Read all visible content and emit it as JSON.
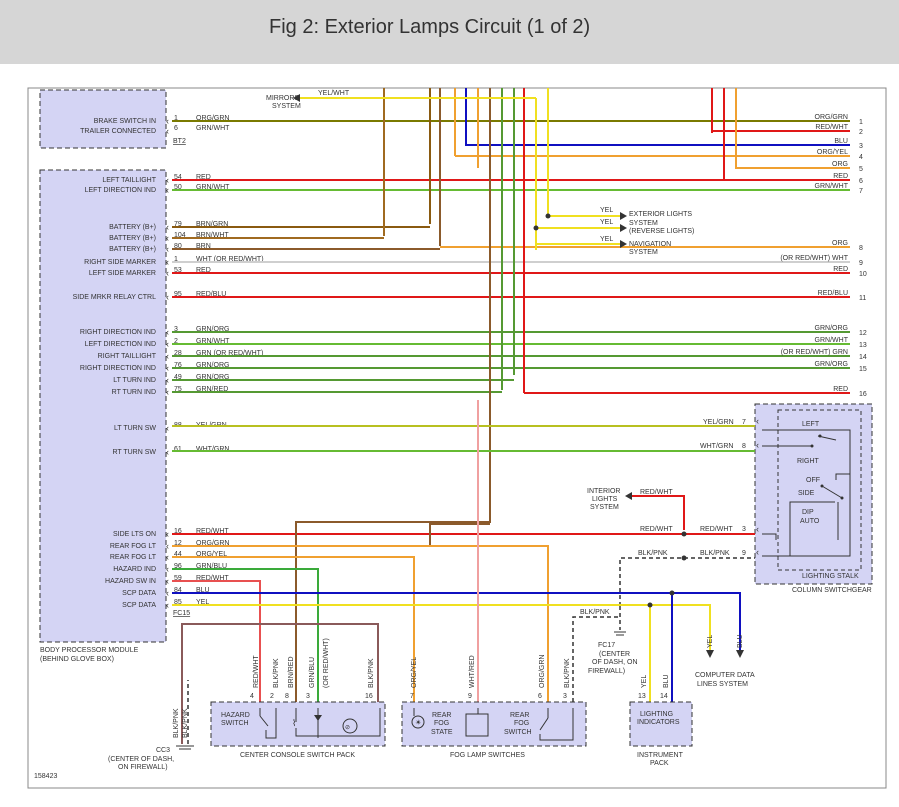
{
  "title": "Fig 2: Exterior Lamps Circuit (1 of 2)",
  "figure_id": "158423",
  "colors": {
    "org_grn": "#7a7a00",
    "grn_wht": "#66bb33",
    "red": "#e01818",
    "brn_grn": "#8a5a10",
    "brn_wht": "#a06a20",
    "brn": "#8b5a2b",
    "wht": "#cfcfcf",
    "red_blu": "#e01818",
    "grn_org": "#559933",
    "grn_red": "#559933",
    "yel_grn": "#b8c020",
    "yel": "#f0e020",
    "red_wht": "#e85050",
    "org_yel": "#f0a030",
    "grn_blu": "#3aaa3a",
    "blu": "#1010c0",
    "org": "#f0a030",
    "blk_pnk": "#c08080",
    "yel_wht": "#f0e020",
    "wht_red": "#f0a0a0",
    "module_fill": "#d4d4f4",
    "box_stroke": "#333333"
  },
  "bpm": {
    "name": "BODY PROCESSOR MODULE",
    "location": "(BEHIND GLOVE BOX)",
    "connector_bt2": "BT2",
    "connector_fc15": "FC15",
    "pins": [
      {
        "label": "BRAKE SWITCH IN",
        "pin": "1",
        "wire": "ORG/GRN"
      },
      {
        "label": "TRAILER CONNECTED",
        "pin": "6",
        "wire": "GRN/WHT"
      },
      {
        "label": "LEFT TAILLIGHT",
        "pin": "54",
        "wire": "RED"
      },
      {
        "label": "LEFT DIRECTION IND",
        "pin": "50",
        "wire": "GRN/WHT"
      },
      {
        "label": "BATTERY (B+)",
        "pin": "79",
        "wire": "BRN/GRN"
      },
      {
        "label": "BATTERY (B+)",
        "pin": "104",
        "wire": "BRN/WHT"
      },
      {
        "label": "BATTERY (B+)",
        "pin": "80",
        "wire": "BRN"
      },
      {
        "label": "RIGHT SIDE MARKER",
        "pin": "1",
        "wire": "WHT (OR RED/WHT)"
      },
      {
        "label": "LEFT SIDE MARKER",
        "pin": "53",
        "wire": "RED"
      },
      {
        "label": "SIDE MRKR RELAY CTRL",
        "pin": "95",
        "wire": "RED/BLU"
      },
      {
        "label": "RIGHT DIRECTION IND",
        "pin": "3",
        "wire": "GRN/ORG"
      },
      {
        "label": "LEFT DIRECTION IND",
        "pin": "2",
        "wire": "GRN/WHT"
      },
      {
        "label": "RIGHT TAILLIGHT",
        "pin": "28",
        "wire": "GRN (OR RED/WHT)"
      },
      {
        "label": "RIGHT DIRECTION IND",
        "pin": "76",
        "wire": "GRN/ORG"
      },
      {
        "label": "LT TURN IND",
        "pin": "49",
        "wire": "GRN/ORG"
      },
      {
        "label": "RT TURN IND",
        "pin": "75",
        "wire": "GRN/RED"
      },
      {
        "label": "LT TURN SW",
        "pin": "88",
        "wire": "YEL/GRN"
      },
      {
        "label": "RT TURN SW",
        "pin": "61",
        "wire": "WHT/GRN"
      },
      {
        "label": "SIDE LTS ON",
        "pin": "16",
        "wire": "RED/WHT"
      },
      {
        "label": "REAR FOG LT",
        "pin": "12",
        "wire": "ORG/GRN"
      },
      {
        "label": "REAR FOG LT",
        "pin": "44",
        "wire": "ORG/YEL"
      },
      {
        "label": "HAZARD IND",
        "pin": "96",
        "wire": "GRN/BLU"
      },
      {
        "label": "HAZARD SW IN",
        "pin": "59",
        "wire": "RED/WHT"
      },
      {
        "label": "SCP DATA",
        "pin": "84",
        "wire": "BLU"
      },
      {
        "label": "SCP DATA",
        "pin": "85",
        "wire": "YEL"
      }
    ]
  },
  "right_connector": [
    {
      "wire": "ORG/GRN",
      "pin": "1"
    },
    {
      "wire": "RED/WHT",
      "pin": "2"
    },
    {
      "wire": "BLU",
      "pin": "3"
    },
    {
      "wire": "ORG/YEL",
      "pin": "4"
    },
    {
      "wire": "ORG",
      "pin": "5"
    },
    {
      "wire": "RED",
      "pin": "6"
    },
    {
      "wire": "GRN/WHT",
      "pin": "7"
    },
    {
      "wire": "ORG",
      "pin": "8"
    },
    {
      "wire": "(OR RED/WHT) WHT",
      "pin": "9"
    },
    {
      "wire": "RED",
      "pin": "10"
    },
    {
      "wire": "RED/BLU",
      "pin": "11"
    },
    {
      "wire": "GRN/ORG",
      "pin": "12"
    },
    {
      "wire": "GRN/WHT",
      "pin": "13"
    },
    {
      "wire": "(OR RED/WHT) GRN",
      "pin": "14"
    },
    {
      "wire": "GRN/ORG",
      "pin": "15"
    },
    {
      "wire": "RED",
      "pin": "16"
    }
  ],
  "mirrors": {
    "line1": "MIRRORS",
    "line2": "SYSTEM",
    "wire": "YEL/WHT"
  },
  "exterior_lights": {
    "line1": "EXTERIOR LIGHTS",
    "line2": "SYSTEM",
    "line3": "(REVERSE LIGHTS)",
    "wire1": "YEL",
    "wire2": "YEL"
  },
  "navigation": {
    "line1": "NAVIGATION",
    "line2": "SYSTEM",
    "wire": "YEL"
  },
  "interior_lights": {
    "line1": "INTERIOR",
    "line2": "LIGHTS",
    "line3": "SYSTEM",
    "wire": "RED/WHT"
  },
  "column_switchgear": {
    "title": "COLUMN SWITCHGEAR",
    "stalk_title": "LIGHTING STALK",
    "labels": {
      "left": "LEFT",
      "right": "RIGHT",
      "off": "OFF",
      "side": "SIDE",
      "dip": "DIP",
      "auto": "AUTO"
    },
    "wires": [
      {
        "wire": "YEL/GRN",
        "pin": "7"
      },
      {
        "wire": "WHT/GRN",
        "pin": "8"
      },
      {
        "wire": "RED/WHT",
        "pin": "3"
      },
      {
        "wire": "BLK/PNK",
        "pin": "9"
      }
    ]
  },
  "splice_labels": {
    "red_wht": "RED/WHT",
    "blk_pnk": "BLK/PNK",
    "blk_pnk2": "BLK/PNK"
  },
  "fc17": {
    "name": "FC17",
    "line1": "(CENTER",
    "line2": "OF DASH, ON",
    "line3": "FIREWALL)"
  },
  "cc3": {
    "name": "CC3",
    "line1": "(CENTER OF DASH,",
    "line2": "ON FIREWALL)"
  },
  "computer_data": {
    "line1": "COMPUTER DATA",
    "line2": "LINES SYSTEM",
    "yel": "YEL",
    "blu": "BLU"
  },
  "console_pack": {
    "title": "CENTER CONSOLE SWITCH PACK",
    "hazard1": "HAZARD",
    "hazard2": "SWITCH",
    "wires": [
      {
        "wire": "RED/WHT",
        "pin": "4"
      },
      {
        "wire": "BLK/PNK",
        "pin": "2"
      },
      {
        "wire": "BRN/RED",
        "pin": "8"
      },
      {
        "wire": "GRN/BLU",
        "pin": "3"
      },
      {
        "wire": "(OR RED/WHT)",
        "pin": ""
      },
      {
        "wire": "BLK/PNK",
        "pin": "16"
      }
    ],
    "left_wires": [
      "BLK/PNK",
      "BLK/PNK"
    ]
  },
  "fog_switches": {
    "title": "FOG LAMP SWITCHES",
    "state1": "REAR",
    "state2": "FOG",
    "state3": "STATE",
    "sw1": "REAR",
    "sw2": "FOG",
    "sw3": "SWITCH",
    "wires": [
      {
        "wire": "ORG/YEL",
        "pin": "7"
      },
      {
        "wire": "WHT/RED",
        "pin": "9"
      },
      {
        "wire": "ORG/GRN",
        "pin": "6"
      },
      {
        "wire": "BLK/PNK",
        "pin": "3"
      }
    ]
  },
  "instrument_pack": {
    "title1": "LIGHTING",
    "title2": "INDICATORS",
    "name1": "INSTRUMENT",
    "name2": "PACK",
    "wires": [
      {
        "wire": "YEL",
        "pin": "13"
      },
      {
        "wire": "BLU",
        "pin": "14"
      }
    ]
  }
}
